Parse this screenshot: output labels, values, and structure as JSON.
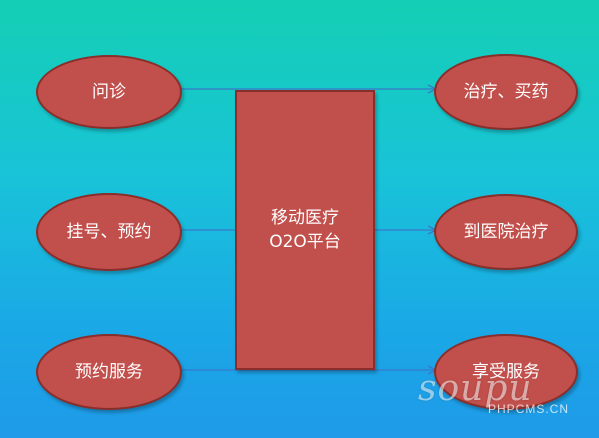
{
  "left_nodes": [
    {
      "label": "问诊"
    },
    {
      "label": "挂号、预约"
    },
    {
      "label": "预约服务"
    }
  ],
  "center_node": {
    "label": "移动医疗O2O平台"
  },
  "right_nodes": [
    {
      "label": "治疗、买药"
    },
    {
      "label": "到医院治疗"
    },
    {
      "label": "享受服务"
    }
  ],
  "watermark": {
    "logo": "soupu",
    "site": "PHPCMS.CN"
  },
  "colors": {
    "node_fill": "#c14f4b",
    "node_border": "#8a2e2b",
    "connector": "#3a78c8",
    "background_top": "#14cfb4",
    "background_bottom": "#1f9ae8"
  }
}
